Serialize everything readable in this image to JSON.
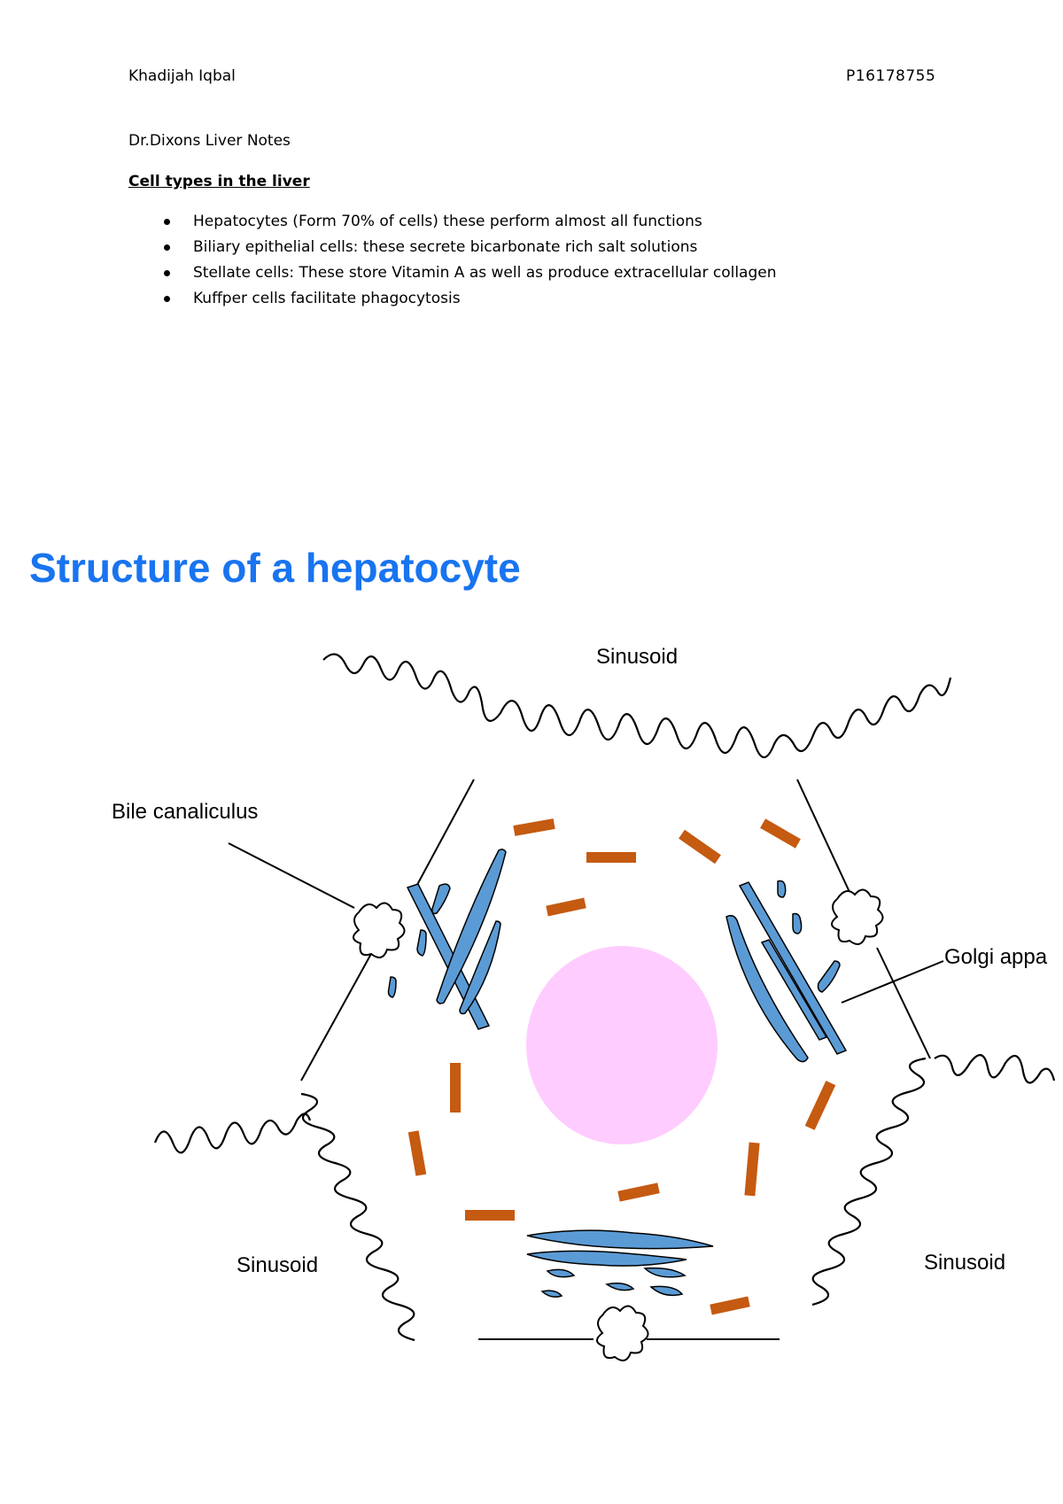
{
  "header": {
    "author": "Khadijah Iqbal",
    "student_id": "P16178755"
  },
  "subtitle": "Dr.Dixons Liver Notes",
  "section_title": "Cell types in the liver",
  "bullets": [
    "Hepatocytes (Form 70% of cells) these perform almost all functions",
    "Biliary epithelial cells: these secrete bicarbonate rich salt solutions",
    "Stellate cells: These store Vitamin A as well as produce extracellular collagen",
    "Kuffper cells facilitate phagocytosis"
  ],
  "figure": {
    "title": "Structure of a hepatocyte",
    "labels": {
      "sinusoid_top": "Sinusoid",
      "sinusoid_left": "Sinusoid",
      "sinusoid_right": "Sinusoid",
      "bile_canaliculus": "Bile canaliculus",
      "golgi": "Golgi appa"
    },
    "colors": {
      "title": "#1874f0",
      "golgi_fill": "#5b9bd5",
      "mitochondria_fill": "#c55a11",
      "nucleus_fill": "#ffccff"
    }
  }
}
